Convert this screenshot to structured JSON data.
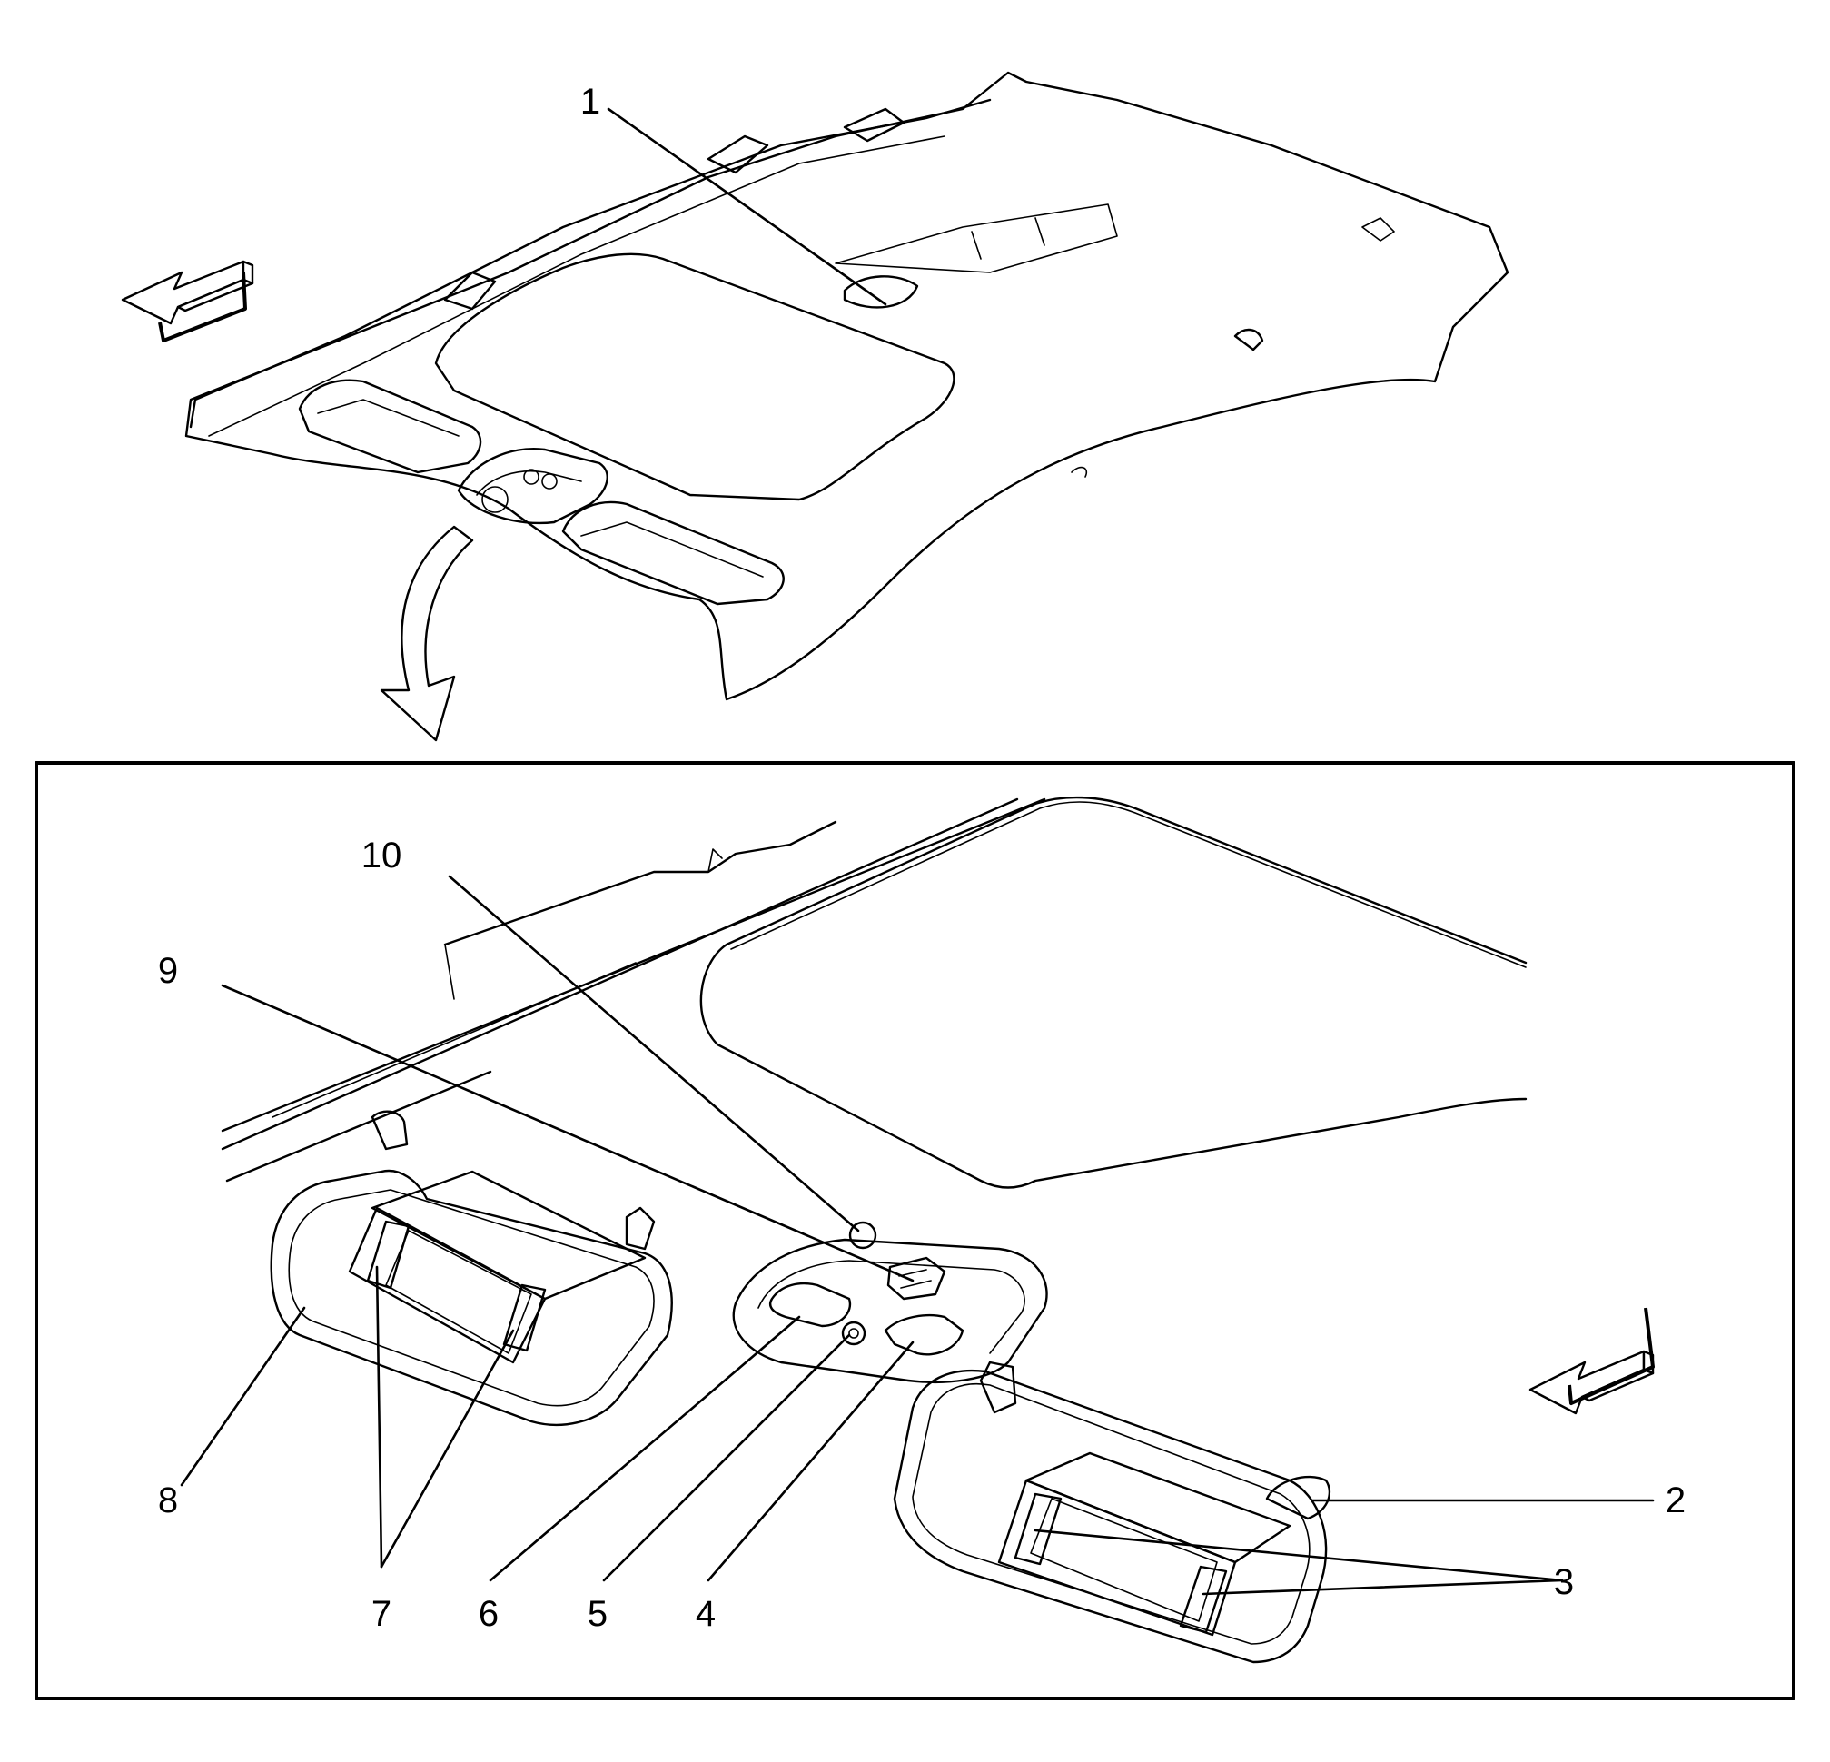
{
  "callouts": [
    {
      "id": "1",
      "text": "1"
    },
    {
      "id": "2",
      "text": "2"
    },
    {
      "id": "3",
      "text": "3"
    },
    {
      "id": "4",
      "text": "4"
    },
    {
      "id": "5",
      "text": "5"
    },
    {
      "id": "6",
      "text": "6"
    },
    {
      "id": "7",
      "text": "7"
    },
    {
      "id": "8",
      "text": "8"
    },
    {
      "id": "9",
      "text": "9"
    },
    {
      "id": "10",
      "text": "10"
    }
  ],
  "icons": {
    "direction_arrow": "front-direction-arrow-icon",
    "detail_arrow": "detail-view-arrow-icon"
  },
  "colors": {
    "line": "#000000",
    "background": "#ffffff"
  }
}
